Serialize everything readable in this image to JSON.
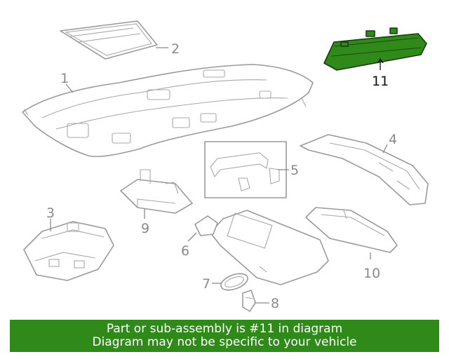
{
  "callouts": {
    "c1": "1",
    "c2": "2",
    "c3": "3",
    "c4": "4",
    "c5": "5",
    "c6": "6",
    "c7": "7",
    "c8": "8",
    "c9": "9",
    "c10": "10",
    "c11": "11"
  },
  "highlighted_part": "11",
  "banner": {
    "line1": "Part or sub-assembly is #11 in diagram",
    "line2": "Diagram may not be specific to your vehicle"
  },
  "colors": {
    "highlight": "#2f8a1a",
    "banner_bg": "#2f8a1a",
    "line_art": "#9a9a9a"
  }
}
